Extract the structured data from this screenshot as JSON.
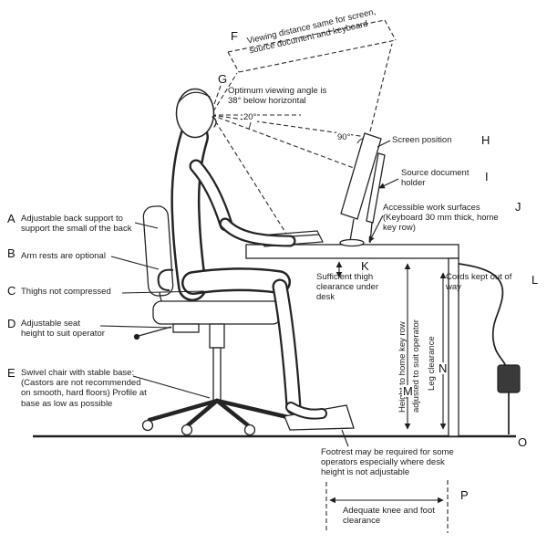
{
  "diagram": {
    "letters": {
      "a": "A",
      "b": "B",
      "c": "C",
      "d": "D",
      "e": "E",
      "f": "F",
      "g": "G",
      "h": "H",
      "i": "I",
      "j": "J",
      "k": "K",
      "l": "L",
      "m": "M",
      "n": "N",
      "o": "O",
      "p": "P"
    },
    "notes": {
      "a": "Adjustable back support to support the small of the back",
      "b": "Arm rests are optional",
      "c": "Thighs not compressed",
      "d": "Adjustable seat height to suit operator",
      "e": "Swivel chair with stable base: (Castors are not recommended on smooth, hard floors) Profile at base as low as possible",
      "f": "Viewing distance same for screen, source document and keyboard",
      "g": "Optimum viewing angle is 38° below horizontal",
      "h": "Screen position",
      "i": "Source document holder",
      "j": "Accessible work surfaces (Keyboard 30 mm thick, home key row)",
      "k": "Sufficient thigh clearance under desk",
      "l": "Cords kept out of way",
      "m_line1": "Height to home key row",
      "m_line2": "adjusted to suit operator",
      "n": "Leg clearance",
      "p": "Adequate knee and foot clearance",
      "footnote": "Footrest may be required for some operators especially where desk height is not adjustable"
    },
    "angles": {
      "viewing": "20°",
      "screen": "90°"
    }
  }
}
